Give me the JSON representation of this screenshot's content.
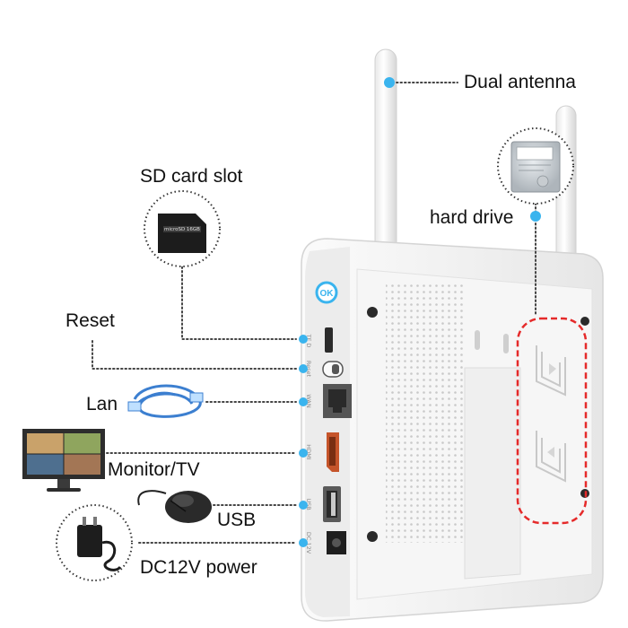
{
  "labels": {
    "dual_antenna": "Dual antenna",
    "hard_drive": "hard drive",
    "sd_card_slot": "SD card slot",
    "reset": "Reset",
    "lan": "Lan",
    "monitor_tv": "Monitor/TV",
    "usb": "USB",
    "power": "DC12V power"
  },
  "ports": {
    "tf": "TF D",
    "reset": "Reset",
    "wan": "WAN",
    "hdmi": "HDMI",
    "usb": "USB",
    "dc": "DC 12V"
  },
  "device": {
    "ok_button": "OK",
    "sd_card_text": "microSD 16GB"
  },
  "colors": {
    "callout_dot": "#3ab4ee",
    "highlight_dash": "#e52a2a",
    "device_body": "#f3f3f3"
  }
}
